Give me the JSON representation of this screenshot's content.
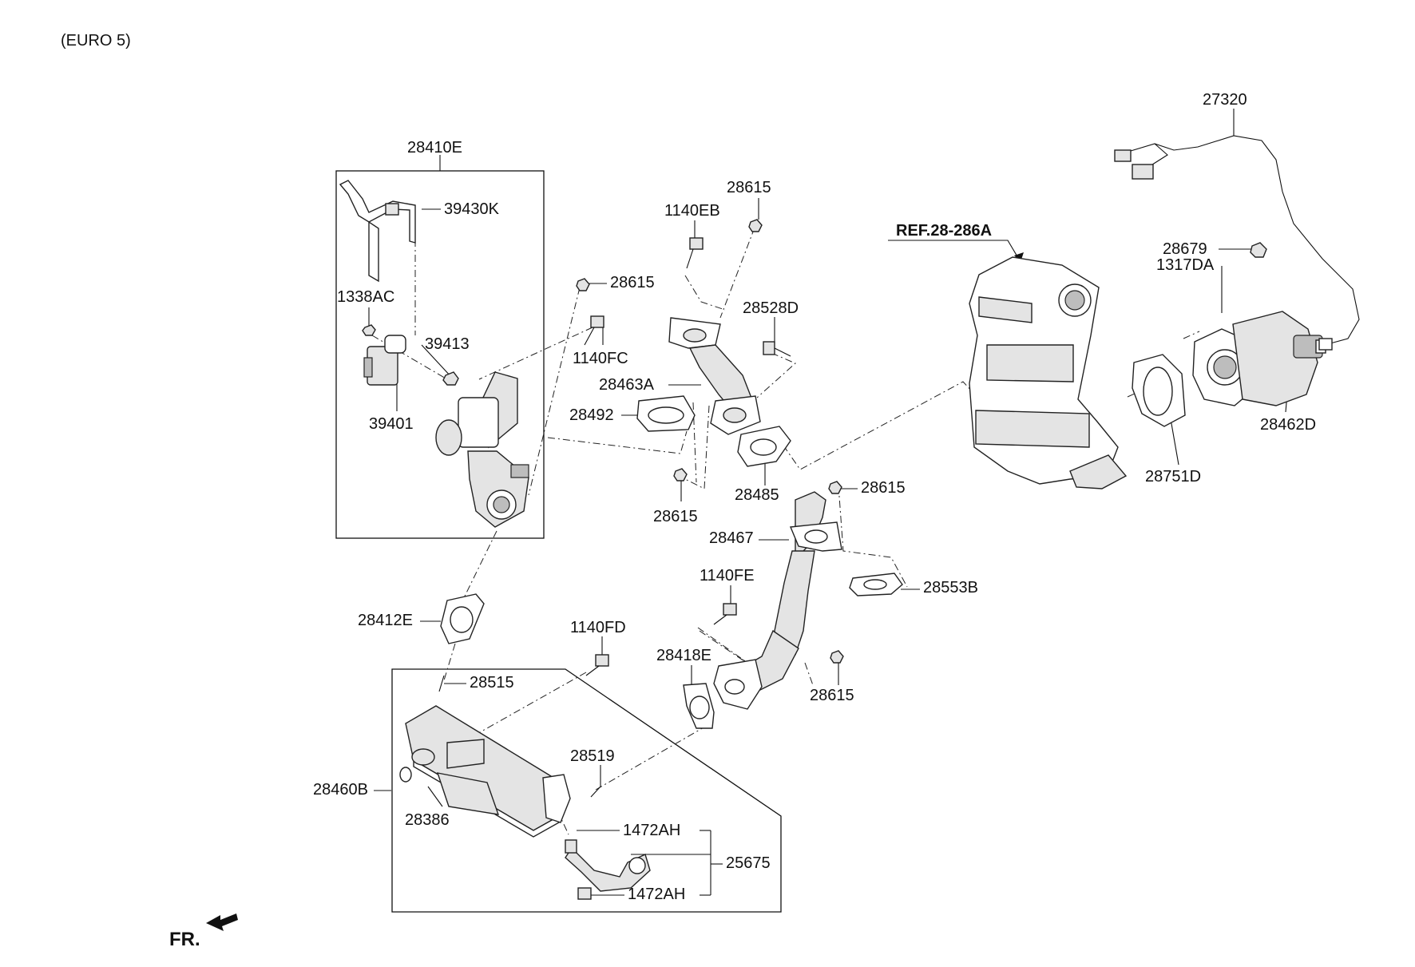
{
  "header": {
    "variant": "(EURO 5)"
  },
  "reference": {
    "label": "REF.28-286A"
  },
  "orientation": {
    "label": "FR."
  },
  "parts": {
    "p28410E": "28410E",
    "p39430K": "39430K",
    "p1338AC": "1338AC",
    "p39413": "39413",
    "p39401": "39401",
    "p28615_a": "28615",
    "p1140FC": "1140FC",
    "p1140EB": "1140EB",
    "p28615_b": "28615",
    "p28528D": "28528D",
    "p28463A": "28463A",
    "p28492": "28492",
    "p28615_c": "28615",
    "p28485": "28485",
    "p28615_d": "28615",
    "p28467": "28467",
    "p28553B": "28553B",
    "p1140FE": "1140FE",
    "p28418E": "28418E",
    "p28615_e": "28615",
    "p28412E": "28412E",
    "p1140FD": "1140FD",
    "p28515": "28515",
    "p28519": "28519",
    "p28460B": "28460B",
    "p28386": "28386",
    "p1472AH_a": "1472AH",
    "p25675": "25675",
    "p1472AH_b": "1472AH",
    "p27320": "27320",
    "p28679": "28679",
    "p1317DA": "1317DA",
    "p28462D": "28462D",
    "p28751D": "28751D"
  }
}
